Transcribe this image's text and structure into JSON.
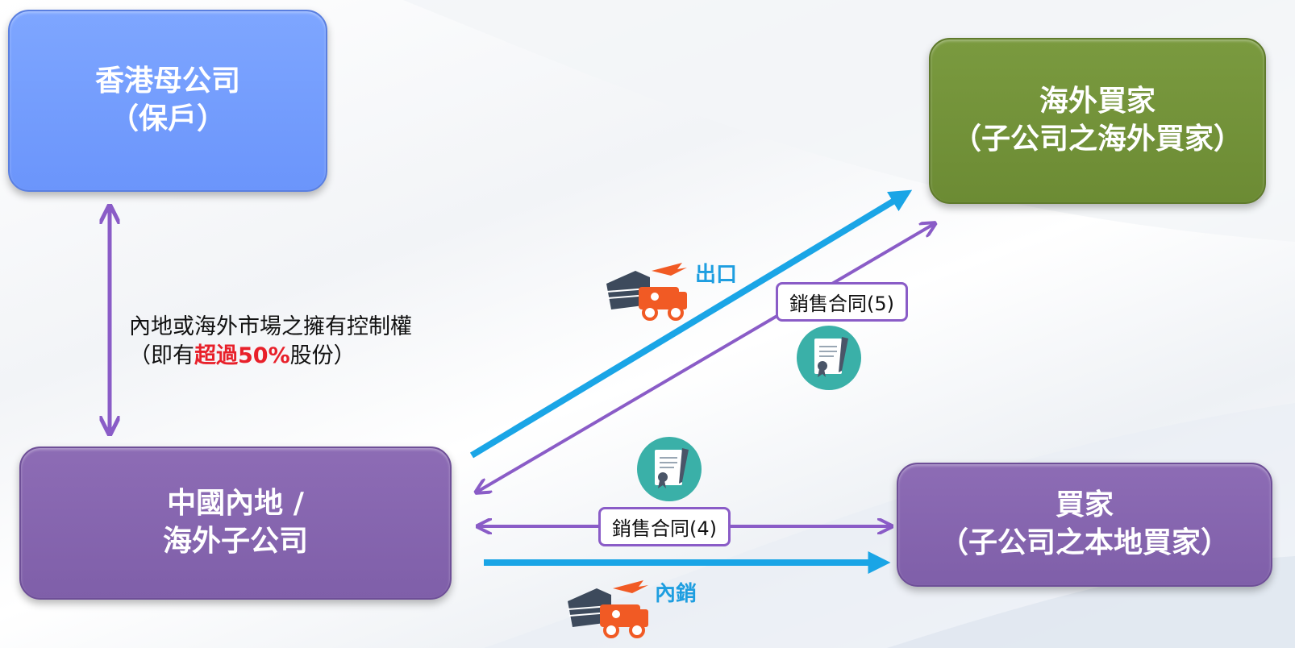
{
  "boxes": {
    "parent": {
      "line1": "香港母公司",
      "line2": "（保戶）",
      "color": "#7ea6ff"
    },
    "overseas_buyer": {
      "line1": "海外買家",
      "line2": "（子公司之海外買家）",
      "color": "#7a9a3f"
    },
    "subsidiary": {
      "line1": "中國內地 /",
      "line2": "海外子公司",
      "color": "#8d6cb5"
    },
    "local_buyer": {
      "line1": "買家",
      "line2": "（子公司之本地買家）",
      "color": "#8d6cb5"
    }
  },
  "control_note": {
    "line1": "內地或海外市場之擁有控制權",
    "line2_prefix": "（即有",
    "line2_highlight": "超過50%",
    "line2_suffix": "股份）",
    "highlight_color": "#e8202a"
  },
  "contracts": {
    "overseas": "銷售合同(5)",
    "local": "銷售合同(4)"
  },
  "flows": {
    "export_label": "出口",
    "domestic_label": "內銷",
    "goods_color": "#1aa5e6",
    "contract_color": "#8a5cc7"
  },
  "icons": {
    "shipping": "shipping-truck-plane-ship-icon",
    "contract": "contract-document-icon"
  }
}
